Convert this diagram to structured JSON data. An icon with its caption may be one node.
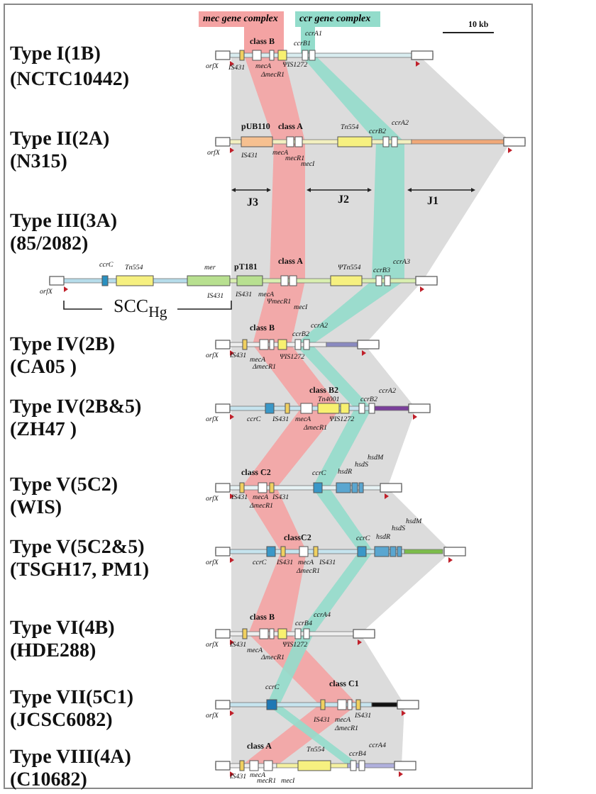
{
  "diagram": {
    "labels": [
      "10 kb",
      "Type I(1B)",
      "(NCTC10442)",
      "class B",
      "ccrA1",
      "ccrB1",
      "orfX",
      "IS431",
      "mecA",
      "ΔmecR1",
      "ΨIS1272",
      "Type II(2A)",
      "(N315)",
      "pUB110",
      "class A",
      "Tn554",
      "ccrB2",
      "ccrA2",
      "orfX",
      "IS431",
      "mecA",
      "mecR1",
      "mecI",
      "J3",
      "J2",
      "J1",
      "Type III(3A)",
      "(85/2082)",
      "ccrC",
      "Tn554",
      "mer",
      "pT181",
      "class A",
      "ΨTn554",
      "ccrB3",
      "ccrA3",
      "orfX",
      "IS431",
      "IS431",
      "mecA",
      "ΨmecR1",
      "mecI",
      "SCC$_{Hg}$",
      "Type IV(2B)",
      "(CA05 )",
      "class B",
      "ccrB2",
      "ccrA2",
      "orfX",
      "IS431",
      "mecA",
      "ΔmecR1",
      "ΨIS1272",
      "Type IV(2B&5)",
      "(ZH47 )",
      "class B2",
      "Tn4001",
      "ccrB2",
      "ccrA2",
      "orfX",
      "ccrC",
      "IS431",
      "mecA",
      "ΨIS1272",
      "ΔmecR1",
      "Type V(5C2)",
      "(WIS)",
      "class C2",
      "ccrC",
      "hsdR",
      "hsdS",
      "hsdM",
      "orfX",
      "IS431",
      "mecA",
      "IS431",
      "ΔmecR1",
      "Type V(5C2&5)",
      "(TSGH17, PM1)",
      "classC2",
      "ccrC",
      "hsdR",
      "hsdS",
      "hsdM",
      "orfX",
      "ccrC",
      "IS431",
      "mecA",
      "IS431",
      "ΔmecR1",
      "Type VI(4B)",
      "(HDE288)",
      "class B",
      "ccrB4",
      "ccrA4",
      "orfX",
      "IS431",
      "mecA",
      "ΔmecR1",
      "ΨIS1272",
      "Type VII(5C1)",
      "(JCSC6082)",
      "ccrC",
      "class C1",
      "orfX",
      "IS431",
      "mecA",
      "IS431",
      "ΔmecR1",
      "Type VIII(4A)",
      "(C10682)",
      "class A",
      "Tn554",
      "ccrB4",
      "ccrA4",
      "IS431",
      "mecA",
      "mecR1",
      "mecI"
    ],
    "legend": [
      {
        "text": "mec gene complex",
        "color": "#f4a3a3"
      },
      {
        "text": "ccr gene complex",
        "color": "#93dccb"
      }
    ]
  }
}
